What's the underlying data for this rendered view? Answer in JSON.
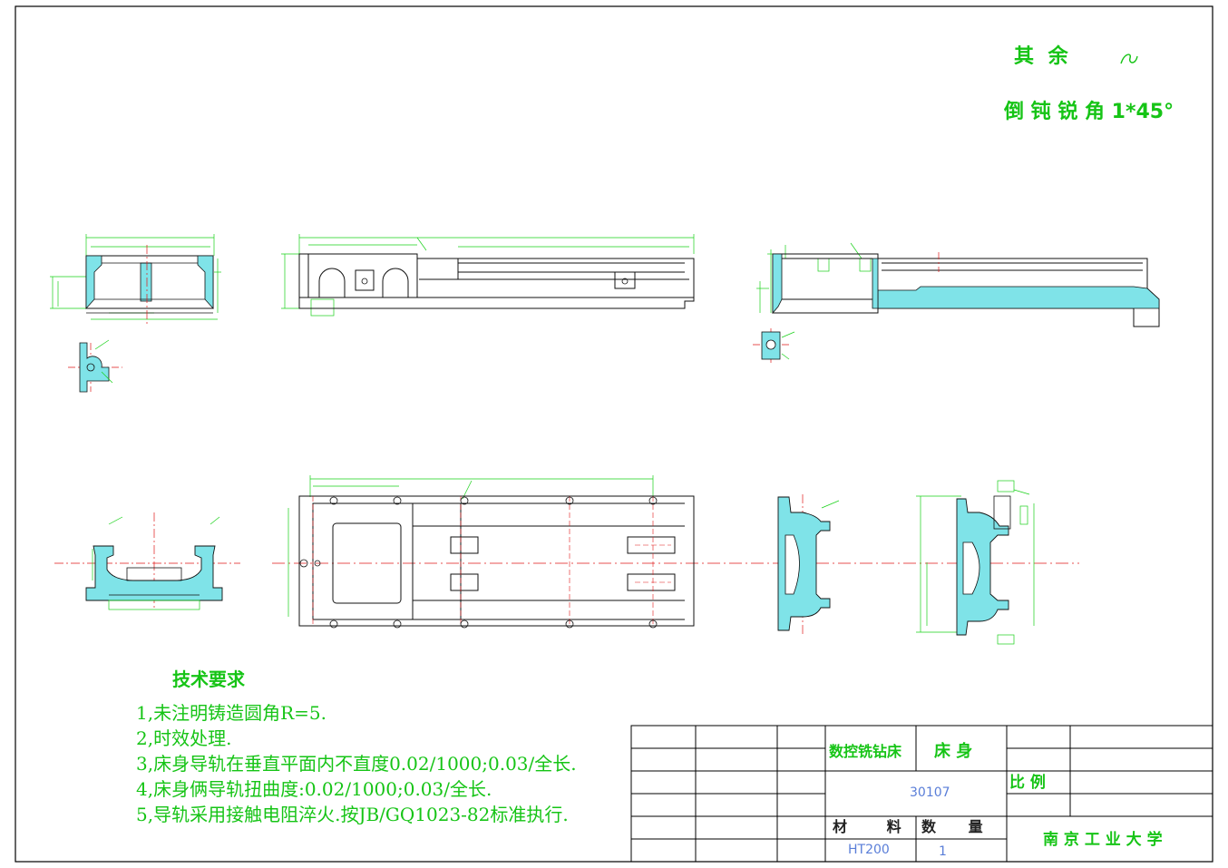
{
  "drawing": {
    "surface_roughness_label": "其 余",
    "chamfer_note": "倒 钝 锐 角 1*45°",
    "technical_requirements": {
      "heading": "技术要求",
      "items": [
        "1,未注明铸造圆角R=5.",
        "2,时效处理.",
        "3,床身导轨在垂直平面内不直度0.02/1000;0.03/全长.",
        "4,床身俩导轨扭曲度:0.02/1000;0.03/全长.",
        "5,导轨采用接触电阻淬火.按JB/GQ1023-82标准执行."
      ]
    }
  },
  "title_block": {
    "machine_name": "数控铣钻床",
    "part_name": "床 身",
    "drawing_number": "30107",
    "scale_label": "比 例",
    "material_label": "材 料",
    "quantity_label": "数 量",
    "material_value": "HT200",
    "quantity_value": "1",
    "organization": "南 京 工 业 大 学"
  },
  "colors": {
    "frame": "#000000",
    "outline": "#111111",
    "dimension": "#19d119",
    "centerline": "#e01818",
    "section_fill": "#7fe3e8",
    "note_text": "#16c416",
    "title_value_text": "#5a7ed8"
  }
}
